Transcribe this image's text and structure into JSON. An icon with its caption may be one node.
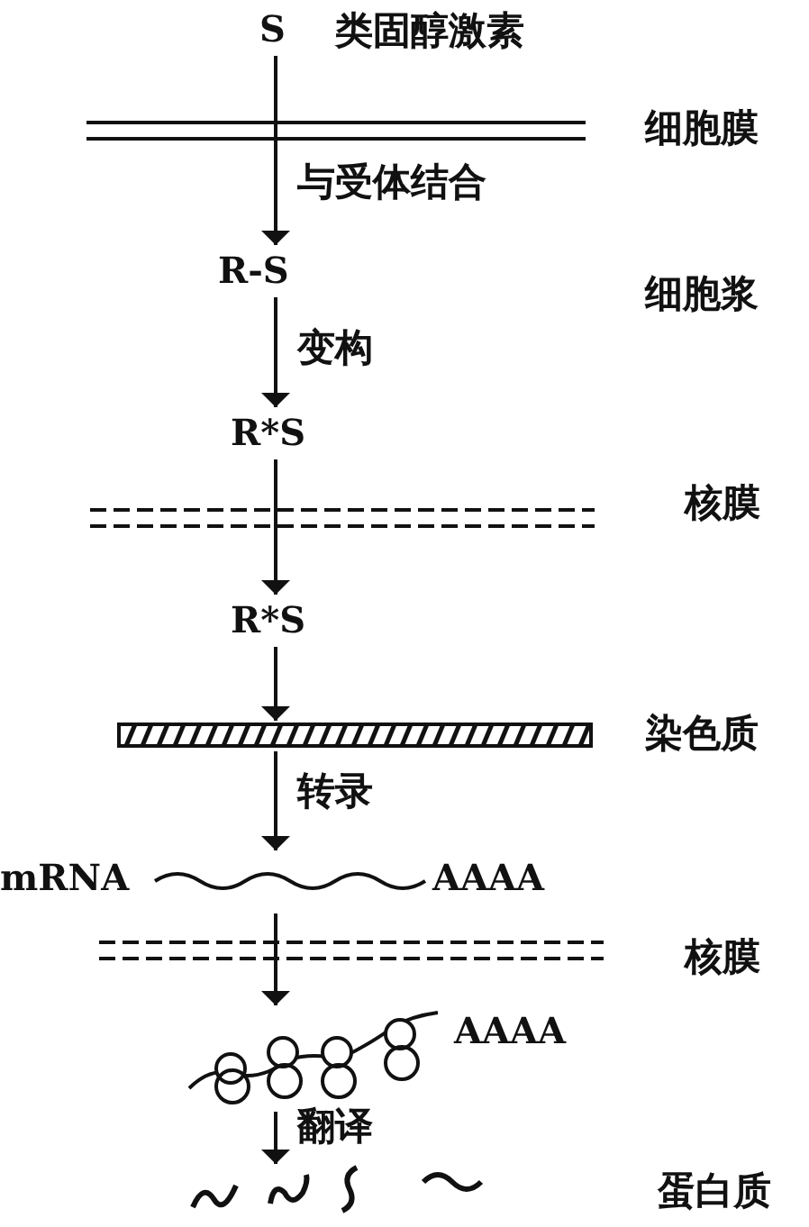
{
  "diagram": {
    "nodes": [
      {
        "text": [
          "S"
        ],
        "beside": [
          "类固醇激素"
        ]
      },
      {
        "text": [
          "R-S"
        ]
      },
      {
        "text": [
          "R*S"
        ]
      },
      {
        "text": [
          "R*S"
        ]
      },
      {
        "text": [],
        "shape": "bar"
      },
      {
        "text": [
          "mRNA",
          "AAAA"
        ]
      },
      {
        "text": [
          "AAAA"
        ]
      },
      {
        "text": [],
        "shape": "picture"
      }
    ],
    "edges": [
      {
        "from": 0,
        "to": 1,
        "arrow": "to",
        "label": "与受体结合"
      },
      {
        "from": 1,
        "to": 2,
        "arrow": "to",
        "label": "变构"
      },
      {
        "from": 2,
        "to": 3,
        "arrow": "to"
      },
      {
        "from": 3,
        "to": 4,
        "arrow": "to"
      },
      {
        "from": 4,
        "to": 5,
        "arrow": "to",
        "label": "转录"
      },
      {
        "from": 5,
        "to": 6,
        "arrow": "to"
      },
      {
        "from": 6,
        "to": 7,
        "arrow": "to",
        "label": "翻译"
      }
    ],
    "labels": [
      "细胞膜",
      "细胞浆",
      "核膜",
      "染色质",
      "核膜",
      "蛋白质"
    ]
  }
}
